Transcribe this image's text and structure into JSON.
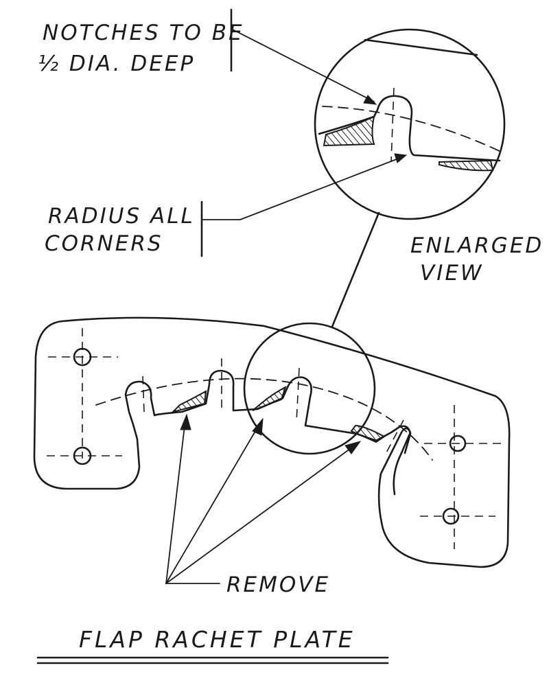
{
  "labels": {
    "notches_line1": "NOTCHES TO BE",
    "notches_line2": "½ DIA. DEEP",
    "radius_line1": "RADIUS ALL",
    "radius_line2": "CORNERS",
    "enlarged_line1": "ENLARGED",
    "enlarged_line2": "VIEW",
    "remove": "REMOVE",
    "title": "FLAP RACHET PLATE"
  }
}
